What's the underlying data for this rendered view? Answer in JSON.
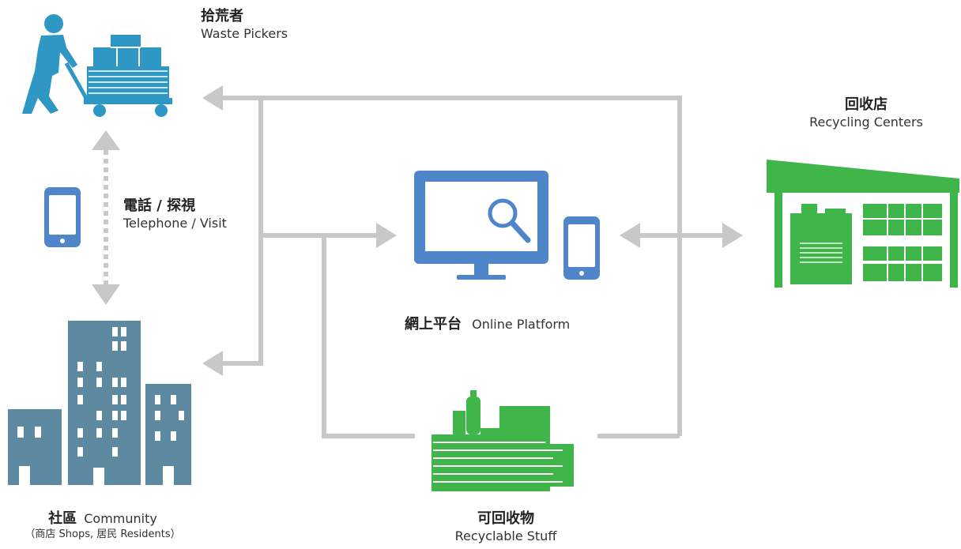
{
  "colors": {
    "blue": "#2f97c4",
    "blue_light": "#c8e6f3",
    "device_blue": "#4f86c9",
    "green": "#3fb54a",
    "slate": "#5d8aa0",
    "connector_grey": "#c8c8c8"
  },
  "nodes": {
    "waste_pickers": {
      "zh": "拾荒者",
      "en": "Waste Pickers",
      "icon": "waste-picker-cart-icon"
    },
    "recycling_centers": {
      "zh": "回收店",
      "en": "Recycling Centers",
      "icon": "recycling-center-building-icon"
    },
    "online_platform": {
      "zh": "網上平台",
      "en": "Online Platform",
      "icon": "monitor-search-icon"
    },
    "community": {
      "zh": "社區",
      "en": "Community",
      "sub": "（商店 Shops, 居民 Residents）",
      "icon": "community-buildings-icon"
    },
    "recyclable_stuff": {
      "zh": "可回收物",
      "en": "Recyclable Stuff",
      "icon": "recyclables-pile-icon"
    }
  },
  "links": {
    "telephone_visit": {
      "zh": "電話 / 探視",
      "en": "Telephone / Visit",
      "icon": "phone-icon"
    }
  }
}
